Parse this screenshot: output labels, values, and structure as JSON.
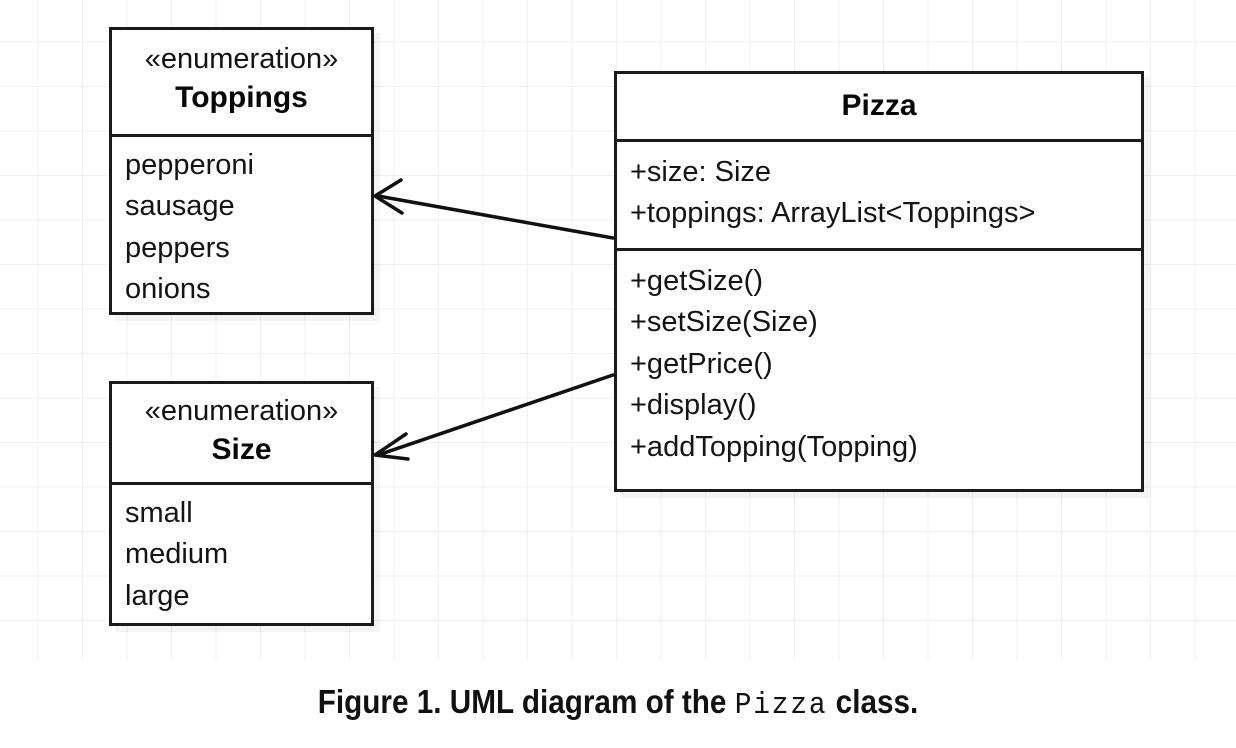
{
  "figure": {
    "caption_before": "Figure 1. UML diagram of the",
    "caption_mono": "Pizza",
    "caption_after": "class."
  },
  "classes": [
    {
      "id": "toppings",
      "stereotype": "«enumeration»",
      "name": "Toppings",
      "members": [
        "pepperoni",
        "sausage",
        "peppers",
        "onions"
      ],
      "operations": []
    },
    {
      "id": "size",
      "stereotype": "«enumeration»",
      "name": "Size",
      "members": [
        "small",
        "medium",
        "large"
      ],
      "operations": []
    },
    {
      "id": "pizza",
      "stereotype": "",
      "name": "Pizza",
      "members": [
        "+size: Size",
        "+toppings: ArrayList<Toppings>"
      ],
      "operations": [
        "+getSize()",
        "+setSize(Size)",
        "+getPrice()",
        "+display()",
        "+addTopping(Topping)"
      ]
    }
  ],
  "relationships": [
    {
      "id": "pizza-to-toppings",
      "from": "pizza",
      "to": "toppings",
      "kind": "dependency-arrow"
    },
    {
      "id": "pizza-to-size",
      "from": "pizza",
      "to": "size",
      "kind": "dependency-arrow"
    }
  ],
  "colors": {
    "border": "#1a1a1a",
    "text": "#141414",
    "background": "#ffffff",
    "grid": "#efefef"
  }
}
